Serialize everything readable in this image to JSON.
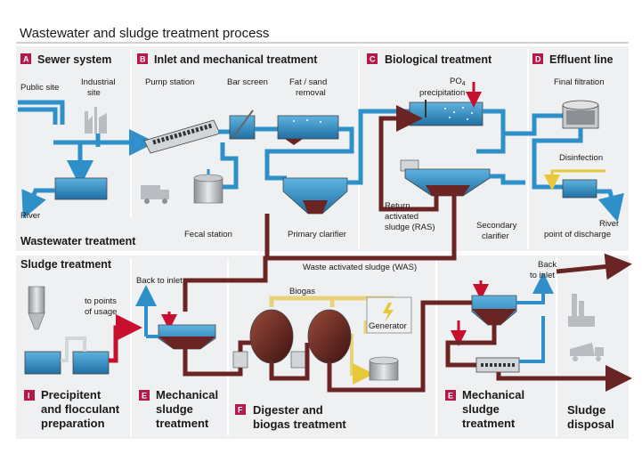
{
  "title": "Wastewater and sludge treatment process",
  "sections": {
    "A": {
      "letter": "A",
      "name": "Sewer system"
    },
    "B": {
      "letter": "B",
      "name": "Inlet and mechanical treatment"
    },
    "C": {
      "letter": "C",
      "name": "Biological treatment"
    },
    "D": {
      "letter": "D",
      "name": "Effluent line"
    },
    "I": {
      "letter": "I",
      "name_line1": "Precipitent",
      "name_line2": "and flocculant",
      "name_line3": "preparation"
    },
    "E1": {
      "letter": "E",
      "name_line1": "Mechanical",
      "name_line2": "sludge",
      "name_line3": "treatment"
    },
    "F": {
      "letter": "F",
      "name_line1": "Digester and",
      "name_line2": "biogas treatment"
    },
    "E2": {
      "letter": "E",
      "name_line1": "Mechanical",
      "name_line2": "sludge",
      "name_line3": "treatment"
    },
    "disposal": {
      "name_line1": "Sludge",
      "name_line2": "disposal"
    }
  },
  "area_labels": {
    "wastewater": "Wastewater treatment",
    "sludge": "Sludge treatment"
  },
  "labels": {
    "public_site": "Public site",
    "industrial_site_1": "Industrial",
    "industrial_site_2": "site",
    "river": "River",
    "pump_station": "Pump station",
    "bar_screen": "Bar screen",
    "fat_sand_1": "Fat / sand",
    "fat_sand_2": "removal",
    "fecal_station": "Fecal station",
    "primary_clarifier": "Primary clarifier",
    "po4_1": "PO",
    "po4_sub": "4",
    "po4_2": "precipitation",
    "ras_1": "Return",
    "ras_2": "activated",
    "ras_3": "sludge (RAS)",
    "secondary_1": "Secondary",
    "secondary_2": "clarifier",
    "final_filtration": "Final filtration",
    "disinfection": "Disinfection",
    "river_discharge_1": "River",
    "river_discharge_2": "point of discharge",
    "was": "Waste activated sludge (WAS)",
    "back_to_inlet_1": "Back to inlet",
    "back_to_inlet_2a": "Back",
    "back_to_inlet_2b": "to inlet",
    "to_points_1": "to points",
    "to_points_2": "of usage",
    "biogas": "Biogas",
    "generator": "Generator"
  },
  "colors": {
    "water": "#2e8fc9",
    "water_dark": "#1f6fa3",
    "sludge": "#6b2424",
    "biogas": "#e8d37a",
    "red": "#c8102e",
    "badge": "#b5194a",
    "grey": "#b9bcc0"
  }
}
